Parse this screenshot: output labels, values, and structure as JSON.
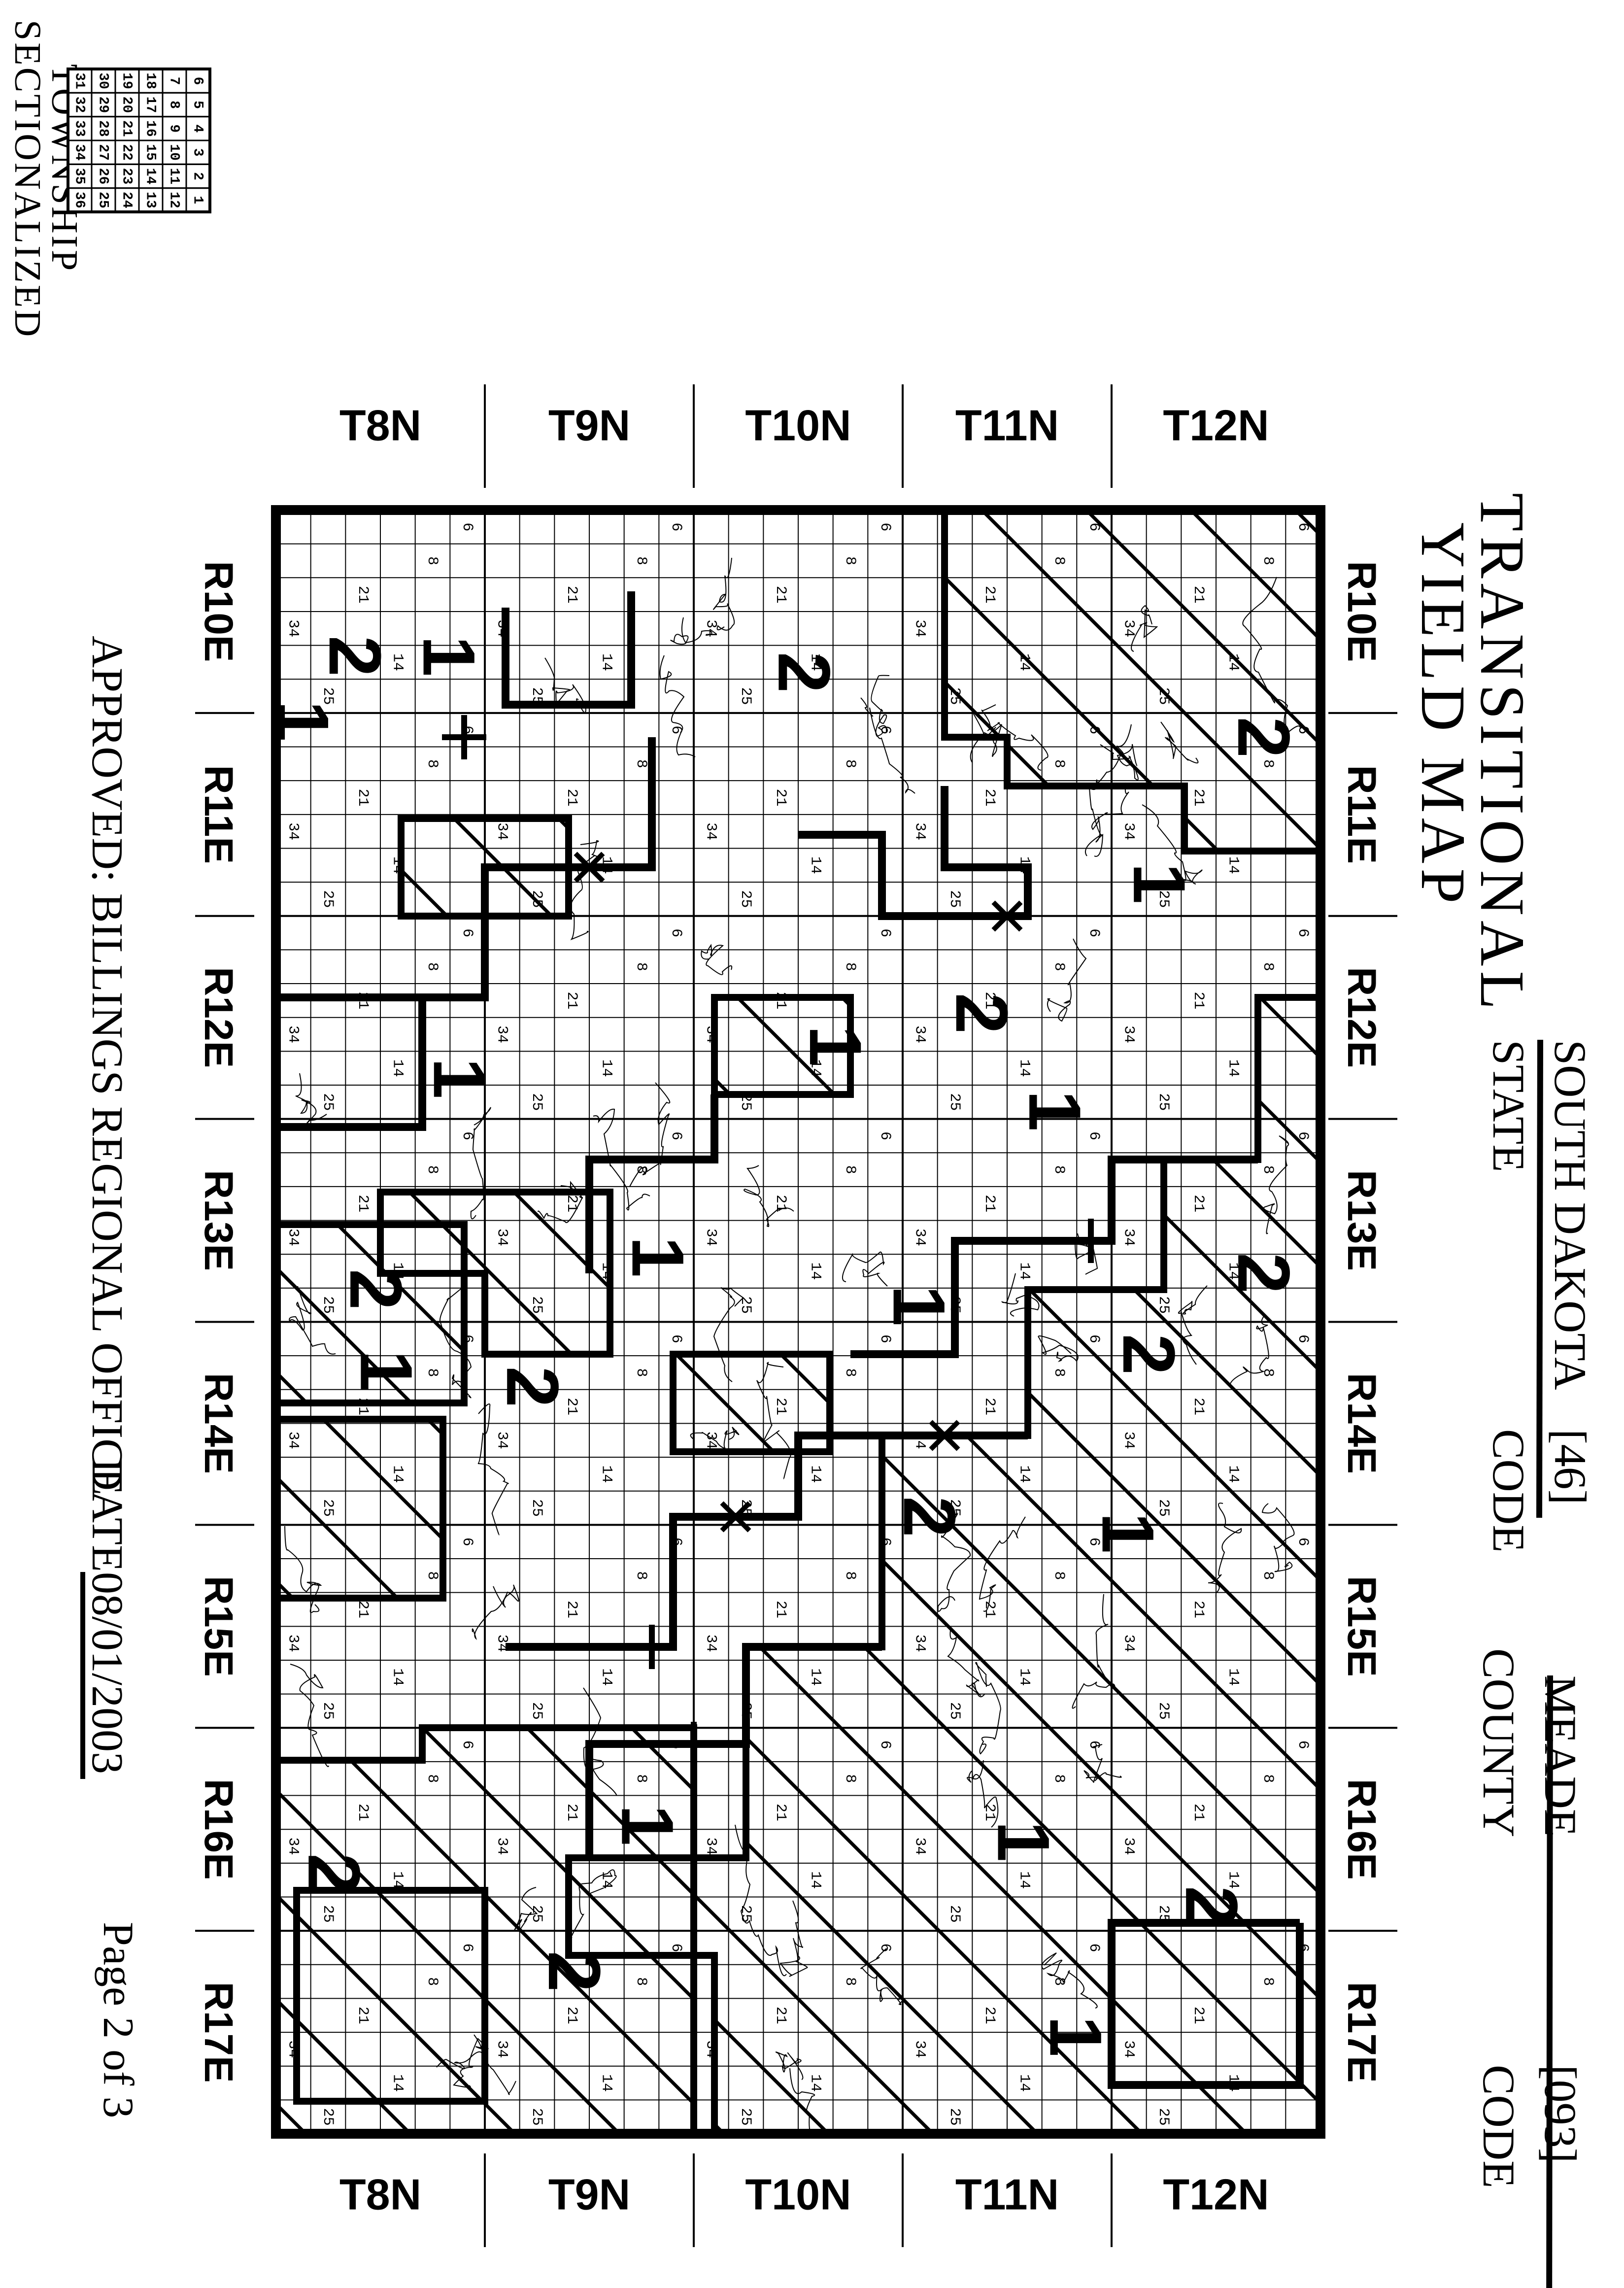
{
  "title": {
    "line1": "TRANSITIONAL",
    "line2": "YIELD MAP"
  },
  "state": {
    "value": "SOUTH DAKOTA",
    "label": "STATE",
    "code_value": "[46]",
    "code_label": "CODE"
  },
  "county": {
    "value": "MEADE",
    "label": "COUNTY",
    "code_value": "[093]",
    "code_label": "CODE"
  },
  "legend": {
    "title_line1": "SECTIONALIZED",
    "title_line2": "TOWNSHIP",
    "grid": [
      [
        "6",
        "5",
        "4",
        "3",
        "2",
        "1"
      ],
      [
        "7",
        "8",
        "9",
        "10",
        "11",
        "12"
      ],
      [
        "18",
        "17",
        "16",
        "15",
        "14",
        "13"
      ],
      [
        "19",
        "20",
        "21",
        "22",
        "23",
        "24"
      ],
      [
        "30",
        "29",
        "28",
        "27",
        "26",
        "25"
      ],
      [
        "31",
        "32",
        "33",
        "34",
        "35",
        "36"
      ]
    ]
  },
  "footer": {
    "approved": "APPROVED: BILLINGS REGIONAL OFFICE",
    "date_label": "DATE",
    "date_value": "08/01/2003",
    "page": "Page 2 of 3"
  },
  "ranges": [
    "R10E",
    "R11E",
    "R12E",
    "R13E",
    "R14E",
    "R15E",
    "R16E",
    "R17E"
  ],
  "townships": [
    "T12N",
    "T11N",
    "T10N",
    "T9N",
    "T8N"
  ],
  "zones": [
    {
      "label": "1",
      "type": "yield-zone"
    },
    {
      "label": "2",
      "type": "yield-zone"
    }
  ],
  "zone_labels_on_map": [
    {
      "label": "2",
      "col": 0.06,
      "row": 0.14
    },
    {
      "label": "2",
      "col": 0.06,
      "row": 0.47
    },
    {
      "label": "2",
      "col": 0.11,
      "row": 0.86
    },
    {
      "label": "1",
      "col": 0.16,
      "row": 0.23
    },
    {
      "label": "1",
      "col": 0.19,
      "row": 0.63
    },
    {
      "label": "1",
      "col": 0.24,
      "row": 0.94
    },
    {
      "label": "2",
      "col": 0.17,
      "row": 0.52
    },
    {
      "label": "1",
      "col": 0.26,
      "row": 0.37
    },
    {
      "label": "1",
      "col": 0.29,
      "row": 0.82
    },
    {
      "label": "2",
      "col": 0.33,
      "row": 0.31
    },
    {
      "label": "1",
      "col": 0.39,
      "row": 0.49
    },
    {
      "label": "2",
      "col": 0.38,
      "row": 0.62
    },
    {
      "label": "2",
      "col": 0.5,
      "row": 0.1
    },
    {
      "label": "1",
      "col": 0.47,
      "row": 0.33
    },
    {
      "label": "1",
      "col": 0.64,
      "row": 0.46
    },
    {
      "label": "1",
      "col": 0.65,
      "row": 0.81
    },
    {
      "label": "2",
      "col": 0.72,
      "row": 0.9
    },
    {
      "label": "2",
      "col": 0.76,
      "row": 0.54
    },
    {
      "label": "1",
      "col": 0.84,
      "row": 0.09
    },
    {
      "label": "1",
      "col": 0.83,
      "row": 0.35
    },
    {
      "label": "2",
      "col": 0.93,
      "row": 0.09
    },
    {
      "label": "1",
      "col": 0.9,
      "row": 0.53
    },
    {
      "label": "2",
      "col": 0.91,
      "row": 0.48
    },
    {
      "label": "1",
      "col": 0.98,
      "row": 0.13
    },
    {
      "label": "2",
      "col": 0.95,
      "row": 0.84
    }
  ]
}
